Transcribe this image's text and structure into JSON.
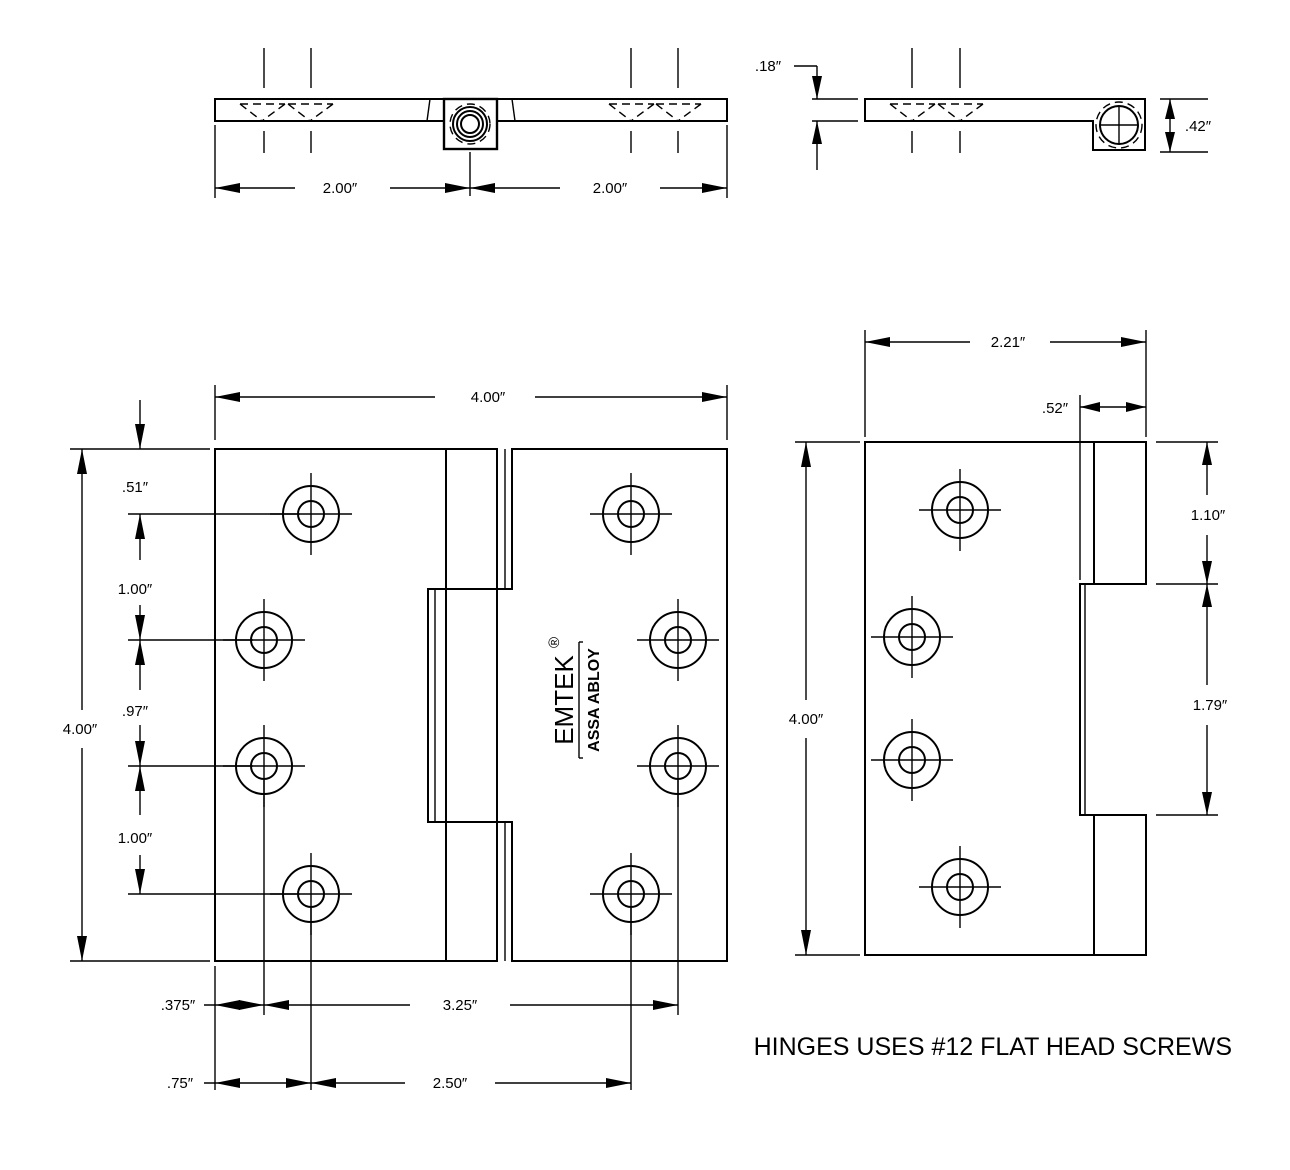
{
  "top_view": {
    "dims": {
      "left_width": "2.00″",
      "right_width": "2.00″"
    }
  },
  "side_view": {
    "dims": {
      "leaf_thickness": ".18″",
      "barrel_height": ".42″"
    }
  },
  "front_view": {
    "dims": {
      "overall_width": "4.00″",
      "overall_height": "4.00″",
      "hole1_offset": ".51″",
      "hole_spacing_1": "1.00″",
      "hole_spacing_2": ".97″",
      "hole_spacing_3": "1.00″",
      "edge_to_hole_a": ".375″",
      "hole_to_hole_a": "3.25″",
      "edge_to_hole_b": ".75″",
      "hole_to_hole_b": "2.50″"
    },
    "logo": {
      "brand": "EMTEK",
      "registered": "®",
      "parent": "ASSA ABLOY"
    }
  },
  "leaf_view": {
    "dims": {
      "overall_width": "2.21″",
      "knuckle_width": ".52″",
      "overall_height": "4.00″",
      "knuckle_length": "1.10″",
      "gap_length": "1.79″"
    }
  },
  "note": "HINGES USES #12 FLAT HEAD SCREWS"
}
